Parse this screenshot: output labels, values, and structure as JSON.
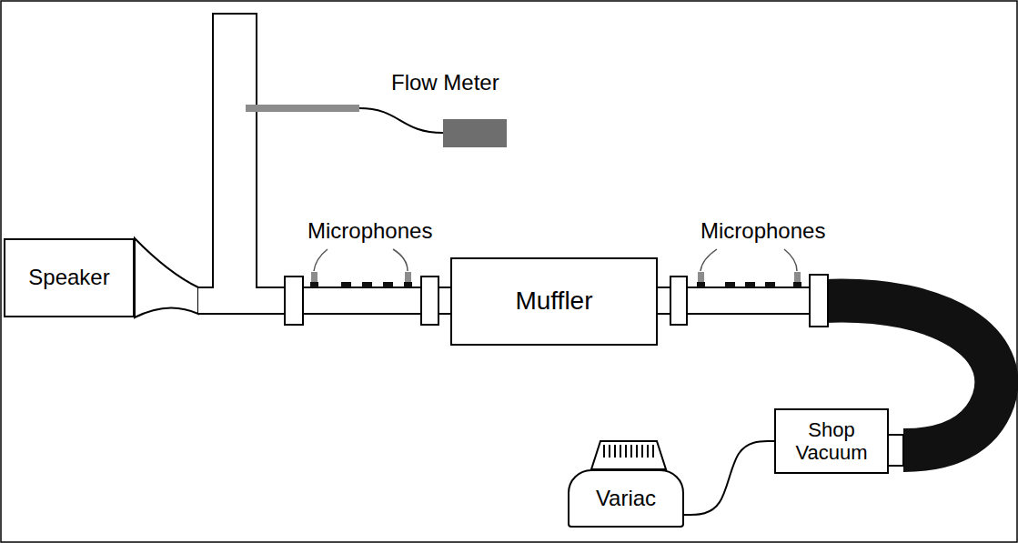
{
  "diagram": {
    "nodes": [
      {
        "text": [
          "Speaker"
        ]
      },
      {
        "text": [
          "Muffler"
        ]
      },
      {
        "text": [
          "Shop Vacuum"
        ]
      },
      {
        "text": [
          "Variac"
        ]
      }
    ],
    "edges": [
      {
        "from": 3,
        "to": 2,
        "arrow": "none"
      }
    ],
    "labels": [
      "Flow Meter",
      "Microphones",
      "Microphones"
    ]
  }
}
